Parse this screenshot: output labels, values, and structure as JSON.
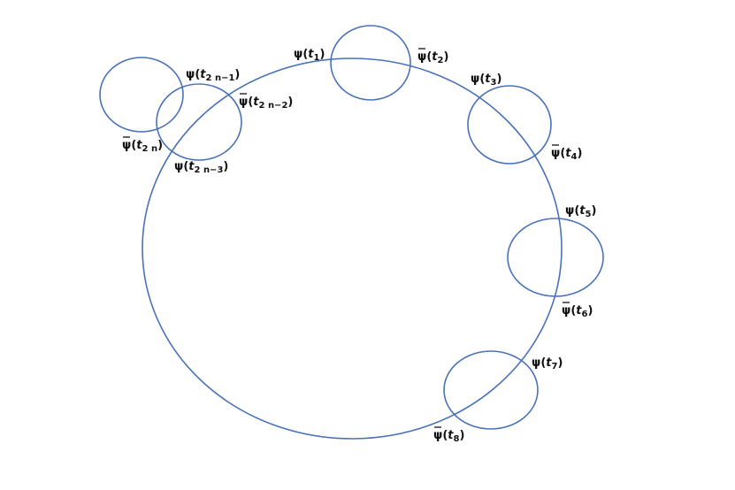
{
  "colors": {
    "stroke": "#4a72b8",
    "text": "#111111",
    "background": "#ffffff"
  },
  "labels": [
    {
      "id": "psi_t1",
      "base": "ψ",
      "bar": false,
      "sub": "1"
    },
    {
      "id": "psibar_t2",
      "base": "ψ",
      "bar": true,
      "sub": "2"
    },
    {
      "id": "psi_t3",
      "base": "ψ",
      "bar": false,
      "sub": "3"
    },
    {
      "id": "psibar_t4",
      "base": "ψ",
      "bar": true,
      "sub": "4"
    },
    {
      "id": "psi_t5",
      "base": "ψ",
      "bar": false,
      "sub": "5"
    },
    {
      "id": "psibar_t6",
      "base": "ψ",
      "bar": true,
      "sub": "6"
    },
    {
      "id": "psi_t7",
      "base": "ψ",
      "bar": false,
      "sub": "7"
    },
    {
      "id": "psibar_t8",
      "base": "ψ",
      "bar": true,
      "sub": "8"
    },
    {
      "id": "psi_t2n1",
      "base": "ψ",
      "bar": false,
      "sub": "2 n−1"
    },
    {
      "id": "psibar_t2n2",
      "base": "ψ",
      "bar": true,
      "sub": "2 n−2"
    },
    {
      "id": "psibar_t2n",
      "base": "ψ",
      "bar": true,
      "sub": "2 n"
    },
    {
      "id": "psi_t2n3",
      "base": "ψ",
      "bar": false,
      "sub": "2 n−3"
    }
  ]
}
